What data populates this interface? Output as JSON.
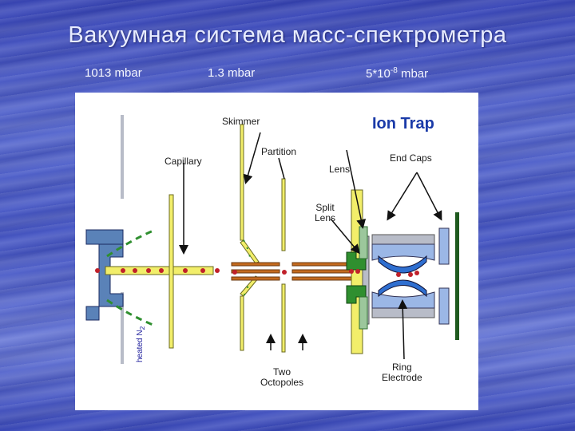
{
  "slide": {
    "title": "Вакуумная система масс-спектрометра",
    "pressures": {
      "p1": "1013 mbar",
      "p2": "1.3 mbar",
      "p3_base": "5*10",
      "p3_exp": "-8",
      "p3_unit": " mbar"
    }
  },
  "diagram": {
    "labels": {
      "skimmer": "Skimmer",
      "ion_trap": "Ion Trap",
      "partition": "Partition",
      "capillary": "Capillary",
      "lens": "Lens",
      "end_caps": "End Caps",
      "split_lens_1": "Split",
      "split_lens_2": "Lens",
      "two_octopoles_1": "Two",
      "two_octopoles_2": "Octopoles",
      "ring_electrode_1": "Ring",
      "ring_electrode_2": "Electrode",
      "heated_n2": "heated N",
      "heated_n2_sub": "2"
    },
    "colors": {
      "yellow": "#f2ee6a",
      "orange": "#c46a1e",
      "green": "#2f8f2f",
      "blue": "#2f6fd0",
      "grey": "#b8bcc8",
      "red": "#c0202a"
    }
  }
}
